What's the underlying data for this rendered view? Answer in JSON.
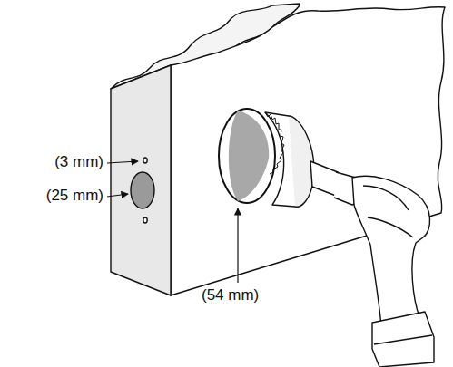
{
  "diagram": {
    "labels": [
      "(3 mm)",
      "(25 mm)",
      "(54 mm)"
    ]
  }
}
